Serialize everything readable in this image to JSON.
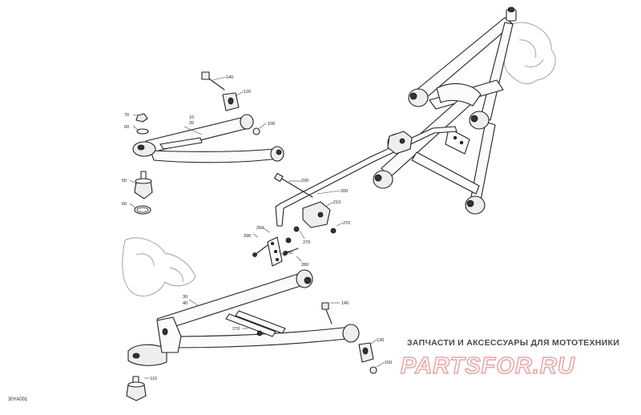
{
  "diagram": {
    "reference_code": "30YA001",
    "callouts": {
      "c10_20": [
        "10",
        "20"
      ],
      "c30_40": [
        "30",
        "40"
      ],
      "c50": "50",
      "c60_a": "60",
      "c60_b": "60",
      "c70": "70",
      "c100": "100",
      "c110": "110",
      "c120": "120",
      "c130": "130",
      "c140_a": "140",
      "c140_b": "140",
      "c150": "150",
      "c200": "200",
      "c210": "210",
      "c230": "230",
      "c250": "250",
      "c260": "260",
      "c270_a": "270",
      "c270_b": "270",
      "c270_c": "270",
      "c280": "280",
      "c290": "290"
    }
  },
  "watermark": {
    "tagline": "ЗАПЧАСТИ И АКСЕССУАРЫ ДЛЯ МОТОТЕХНИКИ",
    "brand": "PARTSFOR.RU",
    "brand_color": "#e7a9a9"
  }
}
